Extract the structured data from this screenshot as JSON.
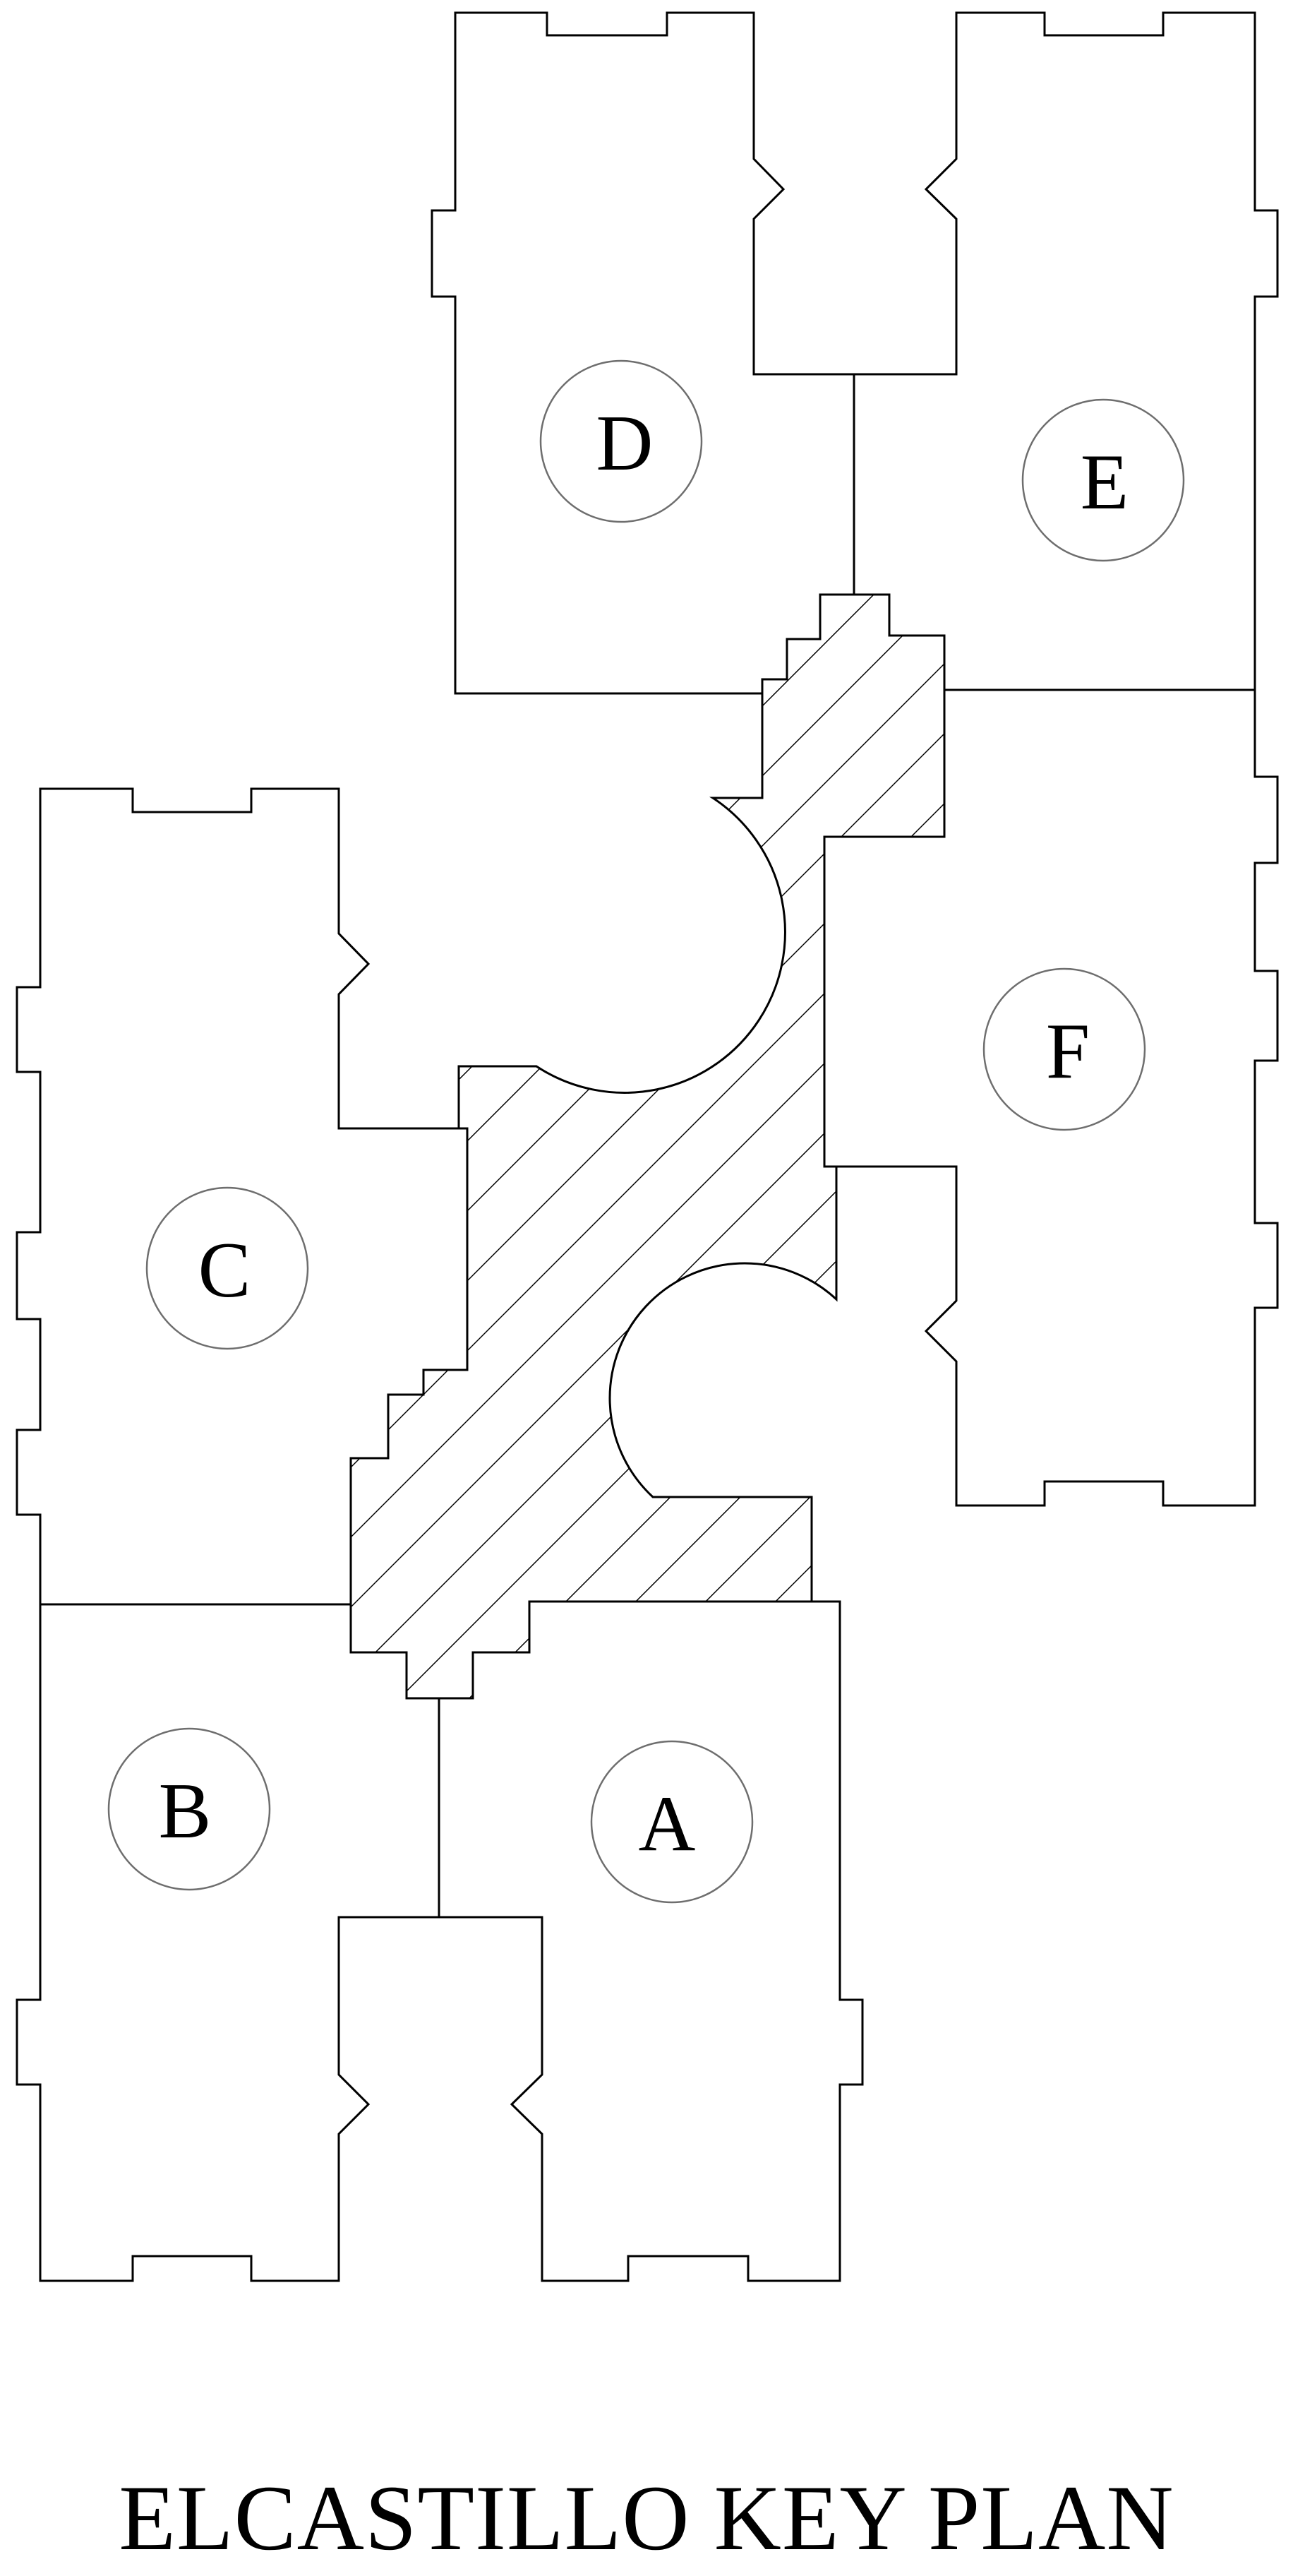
{
  "title": "ELCASTILLO KEY PLAN",
  "units": [
    {
      "id": "D",
      "label": "D"
    },
    {
      "id": "E",
      "label": "E"
    },
    {
      "id": "C",
      "label": "C"
    },
    {
      "id": "F",
      "label": "F"
    },
    {
      "id": "B",
      "label": "B"
    },
    {
      "id": "A",
      "label": "A"
    }
  ],
  "colors": {
    "line": "#000000",
    "circle": "#6e6e6e",
    "background": "#ffffff"
  }
}
